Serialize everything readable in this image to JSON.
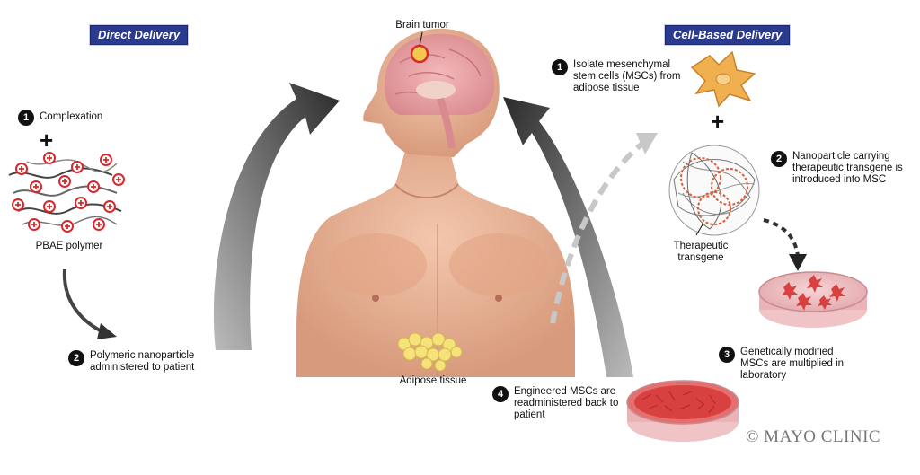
{
  "headers": {
    "direct": "Direct Delivery",
    "cell_based": "Cell-Based Delivery"
  },
  "direct_steps": [
    {
      "num": "1",
      "text": "Complexation"
    },
    {
      "num": "2",
      "text": "Polymeric nanoparticle administered to patient"
    }
  ],
  "cell_steps": [
    {
      "num": "1",
      "text": "Isolate mesenchymal stem cells (MSCs) from adipose tissue"
    },
    {
      "num": "2",
      "text": "Nanoparticle carrying therapeutic transgene is introduced into MSC"
    },
    {
      "num": "3",
      "text": "Genetically modified MSCs are multiplied in laboratory"
    },
    {
      "num": "4",
      "text": "Engineered MSCs are readministered back to patient"
    }
  ],
  "labels": {
    "plus": "+",
    "pbae_polymer": "PBAE polymer",
    "brain_tumor": "Brain tumor",
    "adipose_tissue": "Adipose tissue",
    "therapeutic_transgene": "Therapeutic transgene"
  },
  "credit": "© MAYO CLINIC",
  "colors": {
    "header_bg": "#2a3a8f",
    "polymer_red": "#d8282c",
    "skin": "#e9b49a",
    "brain": "#e8a0a4",
    "tumor": "#f2c94c",
    "msc_orange": "#f0b050",
    "dish_cells": "#d94040",
    "arrow_dark": "#333333",
    "arrow_light": "#c8c8c8"
  }
}
